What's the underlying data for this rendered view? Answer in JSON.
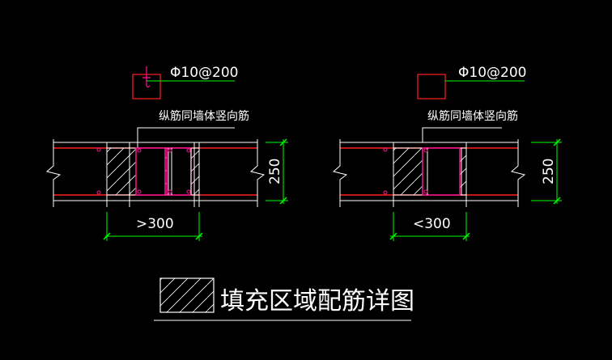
{
  "colors": {
    "background": "#000000",
    "outline": "#ffffff",
    "rebar": "#ff2020",
    "dimension": "#00ff00",
    "stirrup": "#ff1493",
    "hatch": "#ffffff"
  },
  "left_detail": {
    "rebar_spec": "Φ10@200",
    "note": "纵筋同墙体竖向筋",
    "width_dim": ">300",
    "height_dim": "250"
  },
  "right_detail": {
    "rebar_spec": "Φ10@200",
    "note": "纵筋同墙体竖向筋",
    "width_dim": "<300",
    "height_dim": "250"
  },
  "legend": {
    "hatch_icon": "diagonal-hatch",
    "title": "填充区域配筋详图"
  }
}
